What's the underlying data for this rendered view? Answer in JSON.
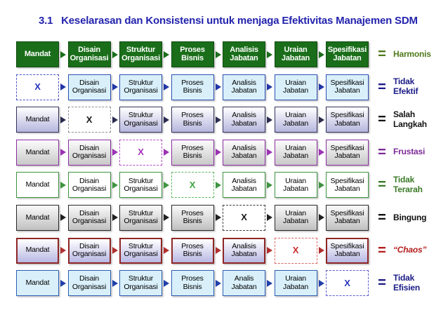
{
  "title": "3.1   Keselarasan dan Konsistensi untuk menjaga Efektivitas Manajemen SDM",
  "symbols": {
    "equals": "=",
    "x": "X"
  },
  "colors": {
    "title": "#2323ae",
    "row1_box": "#1a6e1a",
    "row1_label": "#507a1e",
    "row2_box_fill": "#d9f0fa",
    "row2_border": "#2d4fb4",
    "row2_label": "#1b1b86",
    "row3_border": "#32325c",
    "row3_label": "#141414",
    "row4_border": "#8c2da2",
    "row4_label": "#7e2a98",
    "row5_border": "#3f9441",
    "row5_label": "#3c7a27",
    "row6_border": "#282828",
    "row6_label": "#101010",
    "row7_border": "#8e2626",
    "row7_label": "#b41c1c",
    "row8_border": "#2d5db4",
    "row8_label": "#1b1b86"
  },
  "rows": [
    {
      "result": "Harmonis",
      "boxes": [
        "Mandat",
        "Disain\nOrganisasi",
        "Struktur\nOrganisasi",
        "Proses\nBisnis",
        "Analisis\nJabatan",
        "Uraian\nJabatan",
        "Spesifikasi\nJabatan"
      ]
    },
    {
      "result": "Tidak\nEfektif",
      "boxes": [
        "X",
        "Disain\nOrganisasi",
        "Struktur\nOrganisasi",
        "Proses\nBisnis",
        "Analisis\nJabatan",
        "Uraian\nJabatan",
        "Spesifikasi\nJabatan"
      ]
    },
    {
      "result": "Salah\nLangkah",
      "boxes": [
        "Mandat",
        "X",
        "Struktur\nOrganisasi",
        "Proses\nBisnis",
        "Analisis\nJabatan",
        "Uraian\nJabatan",
        "Spesifikasi\nJabatan"
      ]
    },
    {
      "result": "Frustasi",
      "boxes": [
        "Mandat",
        "Disain\nOrganisasi",
        "X",
        "Proses\nBisnis",
        "Analisis\nJabatan",
        "Uraian\nJabatan",
        "Spesifikasi\nJabatan"
      ]
    },
    {
      "result": "Tidak\nTerarah",
      "boxes": [
        "Mandat",
        "Disain\nOrganisasi",
        "Struktur\nOrganisasi",
        "X",
        "Analisis\nJabatan",
        "Uraian\nJabatan",
        "Spesifikasi\nJabatan"
      ]
    },
    {
      "result": "Bingung",
      "boxes": [
        "Mandat",
        "Disain\nOrganisasi",
        "Struktur\nOrganisasi",
        "Proses\nBisnis",
        "X",
        "Uraian\nJabatan",
        "Spesifikasi\nJabatan"
      ]
    },
    {
      "result": "“Chaos”",
      "boxes": [
        "Mandat",
        "Disain\nOrganisasi",
        "Struktur\nOrganisasi",
        "Proses\nBisnis",
        "Analisis\nJabatan",
        "X",
        "Spesifikasi\nJabatan"
      ]
    },
    {
      "result": "Tidak\nEfisien",
      "boxes": [
        "Mandat",
        "Disain\nOrganisasi",
        "Struktur\nOrganisasi",
        "Proses\nBisnis",
        "Analis\nJabatan",
        "Uraian\nJabatan",
        "X"
      ]
    }
  ]
}
